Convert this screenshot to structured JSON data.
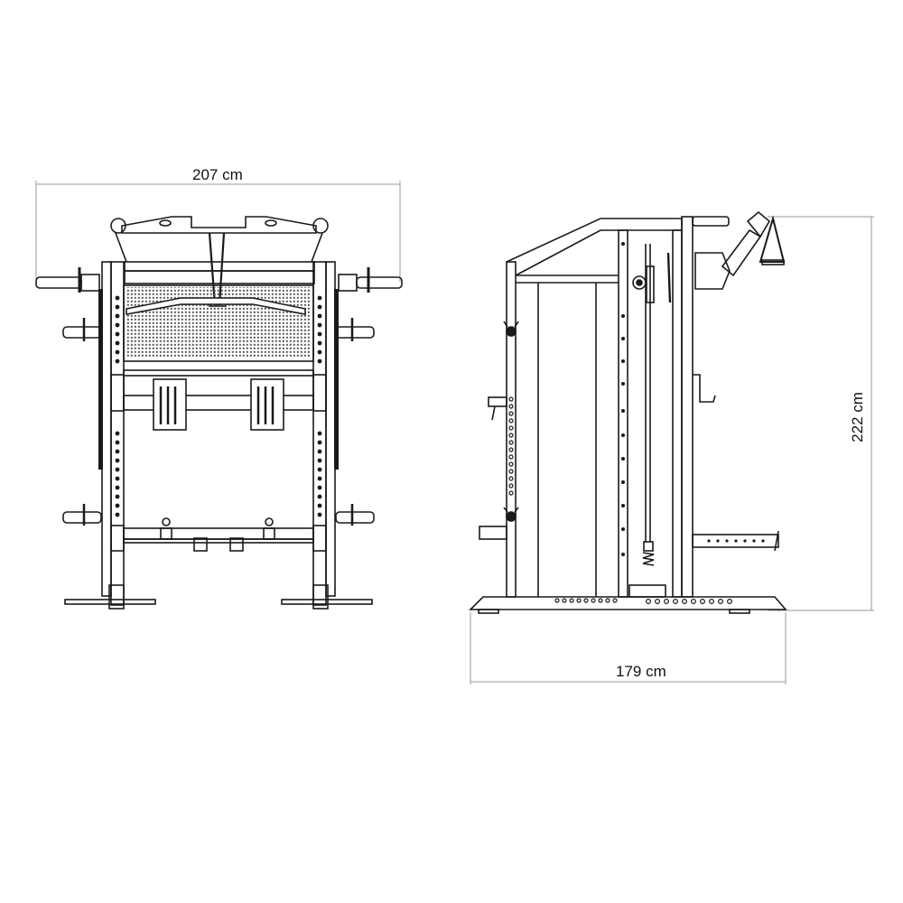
{
  "drawing": {
    "type": "technical dimension drawing",
    "subject": "functional trainer / smith machine power rack",
    "views": [
      {
        "name": "front-view",
        "description": "Front elevation with pull-up handles, perforated plate storage panel, leg pads, J-hooks, safety bar and feet"
      },
      {
        "name": "side-view",
        "description": "Side elevation with angled top, cable pulley column, rotating arm with triangle handle, base plate with holes"
      }
    ]
  },
  "dimensions": {
    "width": {
      "value": 207,
      "unit": "cm",
      "label": "207 cm"
    },
    "height": {
      "value": 222,
      "unit": "cm",
      "label": "222 cm"
    },
    "depth": {
      "value": 179,
      "unit": "cm",
      "label": "179 cm"
    }
  },
  "colors": {
    "line": "#1a1a1a",
    "dimension_line": "#9a9a9a",
    "background": "#ffffff"
  }
}
